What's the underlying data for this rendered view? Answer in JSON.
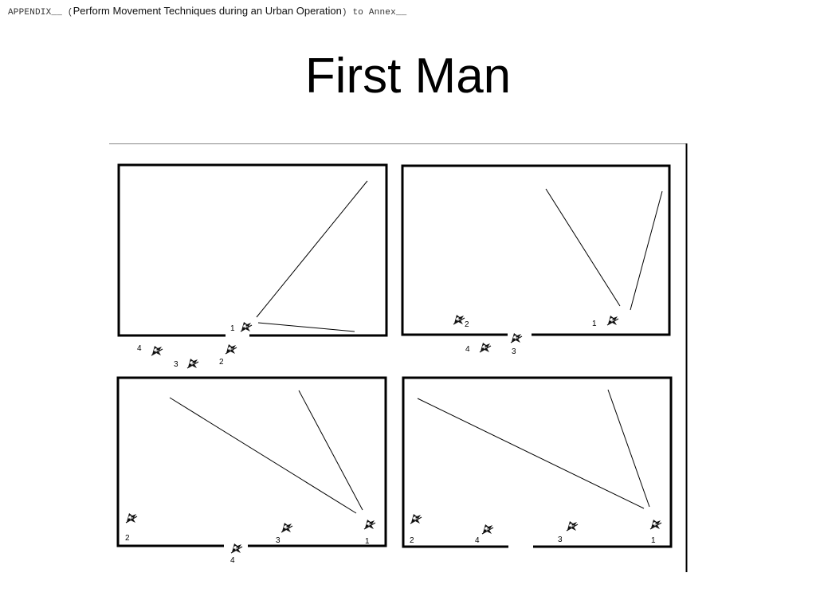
{
  "header": {
    "prefix": "APPENDIX__ (",
    "middle": "Perform Movement Techniques during an Urban Operation",
    "suffix": ") to Annex__"
  },
  "title": "First Man",
  "panels": [
    {
      "labels": [
        "1",
        "2",
        "3",
        "4"
      ]
    },
    {
      "labels": [
        "1",
        "2",
        "3",
        "4"
      ]
    },
    {
      "labels": [
        "1",
        "2",
        "3",
        "4"
      ]
    },
    {
      "labels": [
        "1",
        "2",
        "3",
        "4"
      ]
    }
  ]
}
